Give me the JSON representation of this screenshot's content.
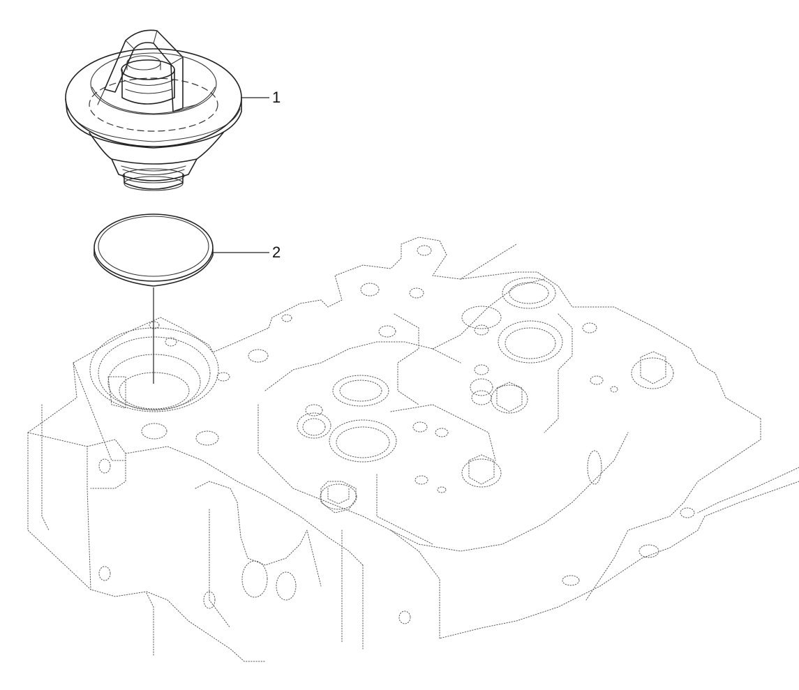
{
  "callouts": [
    {
      "id": "part-1",
      "label": "1"
    },
    {
      "id": "part-2",
      "label": "2"
    }
  ],
  "parts": [
    {
      "callout": "1",
      "icon": "thermostat-icon"
    },
    {
      "callout": "2",
      "icon": "o-ring-gasket-icon"
    }
  ],
  "background_assembly_icon": "cylinder-head-icon",
  "colors": {
    "line": "#222222",
    "background": "#ffffff"
  }
}
